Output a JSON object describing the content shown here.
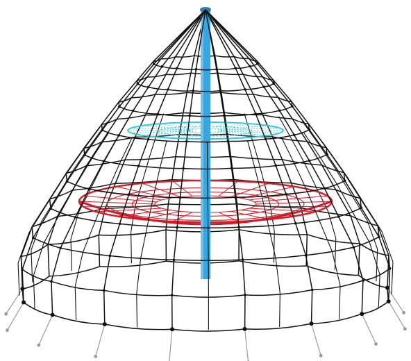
{
  "figure": {
    "subject": "rope-pyramid-net",
    "background": "#ffffff",
    "colors": {
      "rope": "#111111",
      "mast": "#3aa6e0",
      "upper_ring_net": "#36c8dc",
      "lower_ring_net": "#d01c28",
      "ground_anchor": "#9a9a9a"
    },
    "elements": {
      "mast": "central-mast",
      "net": "black-rope-net",
      "upper_ring": "cyan-inner-net",
      "lower_ring": "red-inner-net",
      "anchors": "ground-anchors"
    }
  }
}
